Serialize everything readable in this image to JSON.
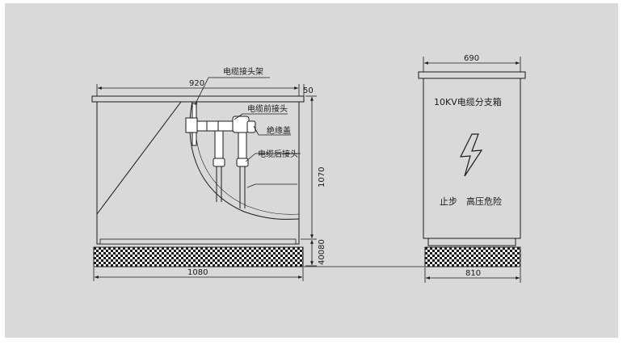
{
  "colors": {
    "background": "#d9d9d9",
    "cabinet_fill": "#d9d9d9",
    "line": "#1a1a1a"
  },
  "left_view": {
    "dim_width_top": "920",
    "dim_overhang": "50",
    "dim_height": "1070",
    "dim_base_small": "40080",
    "dim_width_bottom": "1080",
    "labels": {
      "cable_bracket": "电缆接头架",
      "front_joint": "电缆前接头",
      "insulation_cap": "绝缘盖",
      "rear_joint": "电缆后接头"
    }
  },
  "right_view": {
    "dim_width_top": "690",
    "dim_width_bottom": "810",
    "title": "10KV电缆分支箱",
    "warning_stop": "止步",
    "warning_danger": "高压危险",
    "icon": "lightning-bolt-icon"
  }
}
